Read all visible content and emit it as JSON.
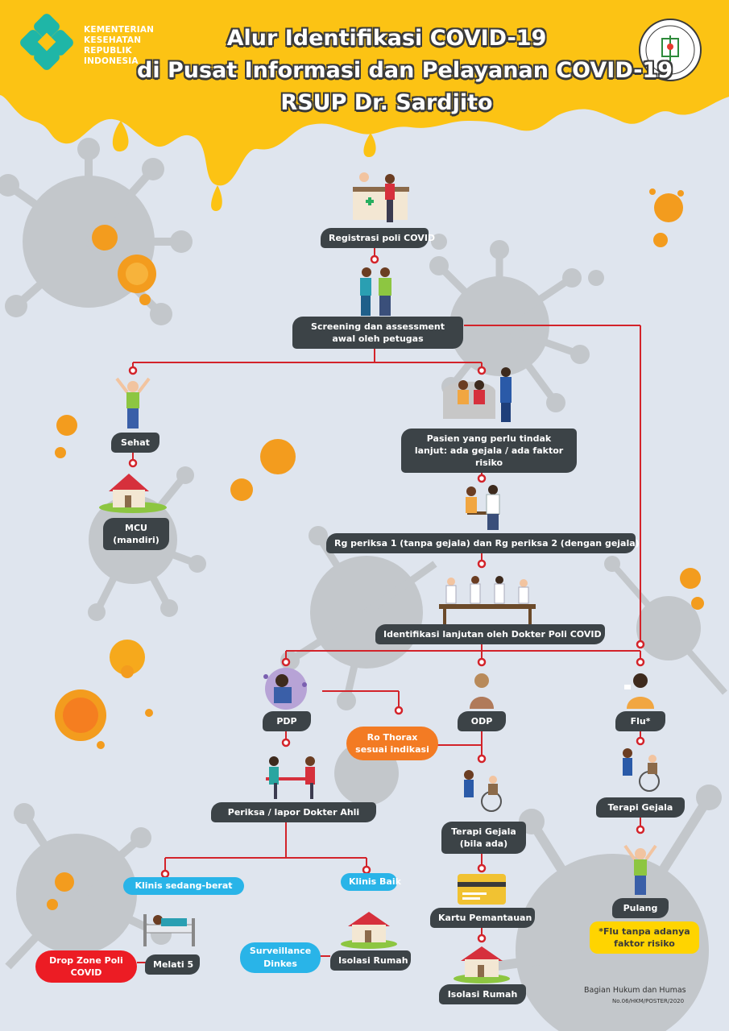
{
  "header": {
    "org_lines": [
      "KEMENTERIAN",
      "KESEHATAN",
      "REPUBLIK",
      "INDONESIA"
    ],
    "title_lines": [
      "Alur Identifikasi COVID-19",
      "di Pusat Informasi dan Pelayanan COVID-19",
      "RSUP Dr. Sardjito"
    ]
  },
  "nodes": {
    "registrasi": "Registrasi poli COVID",
    "screening": "Screening dan assessment awal oleh petugas",
    "sehat": "Sehat",
    "mcu": "MCU (mandiri)",
    "pasien": "Pasien yang perlu tindak lanjut: ada gejala / ada faktor risiko",
    "rg_periksa": "Rg periksa 1 (tanpa gejala) dan Rg periksa 2 (dengan gejala)",
    "identifikasi": "Identifikasi lanjutan oleh Dokter Poli COVID",
    "pdp": "PDP",
    "odp": "ODP",
    "flu": "Flu*",
    "ro_thorax": "Ro Thorax sesuai indikasi",
    "periksa_dokter": "Periksa / lapor Dokter Ahli",
    "terapi_gejala_odp": "Terapi Gejala (bila ada)",
    "terapi_gejala_flu": "Terapi Gejala",
    "pulang": "Pulang",
    "flu_note": "*Flu tanpa adanya faktor risiko",
    "klinis_sedang": "Klinis sedang-berat",
    "klinis_baik": "Klinis Baik",
    "melati": "Melati 5",
    "drop_zone": "Drop Zone Poli COVID",
    "surveillance": "Surveillance Dinkes",
    "isolasi_rumah_1": "Isolasi Rumah",
    "kartu": "Kartu Pemantauan",
    "isolasi_rumah_2": "Isolasi Rumah"
  },
  "footer": {
    "dept": "Bagian Hukum dan Humas",
    "code": "No.06/HKM/POSTER/2020"
  },
  "colors": {
    "background": "#dfe5ee",
    "header": "#fcc314",
    "label": "#3c4347",
    "connector": "#d3232a",
    "accent_blue": "#29b4e8",
    "accent_orange": "#f37b23",
    "accent_red": "#ec1c24",
    "accent_yellow": "#ffd400"
  }
}
